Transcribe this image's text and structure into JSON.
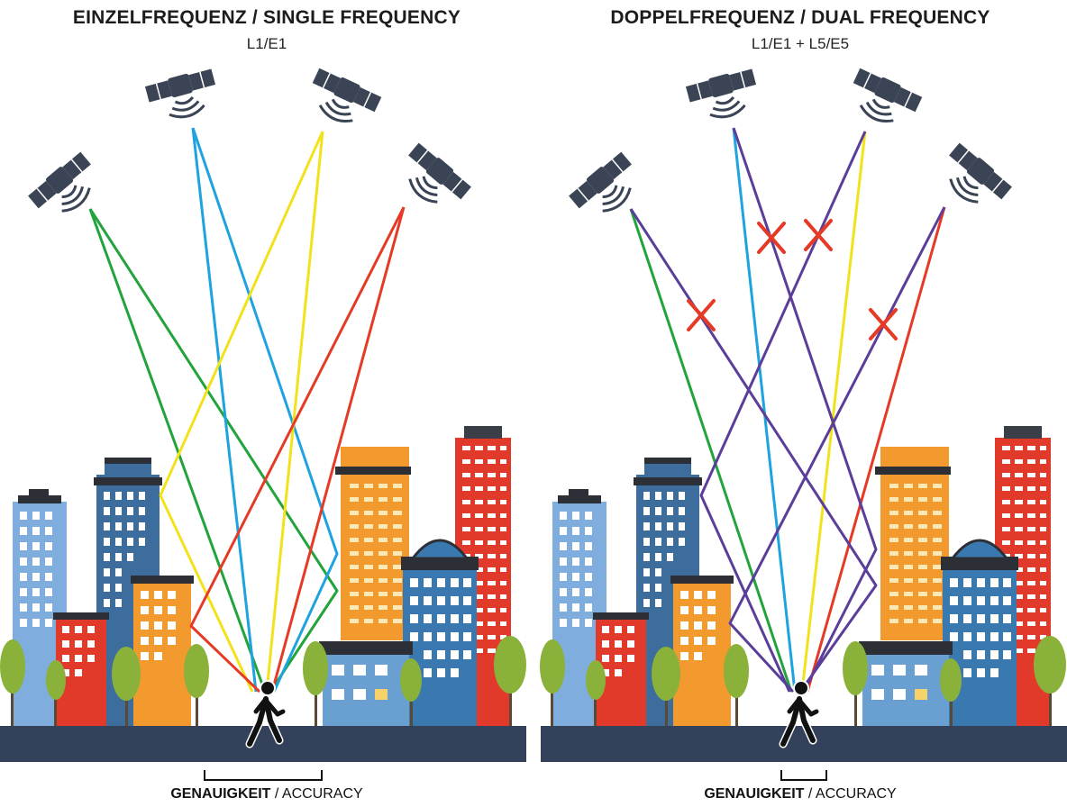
{
  "left": {
    "title": "EINZELFREQUENZ / SINGLE FREQUENCY",
    "subtitle": "L1/E1",
    "caption_bold": "GENAUIGKEIT",
    "caption_rest": " / ACCURACY"
  },
  "right": {
    "title": "DOPPELFREQUENZ / DUAL FREQUENCY",
    "subtitle": "L1/E1 + L5/E5",
    "caption_bold": "GENAUIGKEIT",
    "caption_rest": " / ACCURACY"
  },
  "colors": {
    "satellite": "#3a4454",
    "ground": "#33425a",
    "green": "#22a33c",
    "blue": "#1ea3df",
    "yellow": "#f2e21c",
    "red": "#e53a26",
    "purple": "#5b3d9a",
    "cross": "#e53a26"
  },
  "legend_note": "Signal paths: direct (colored) and multipath reflections (single freq) / rejected reflections marked with X (dual freq)"
}
